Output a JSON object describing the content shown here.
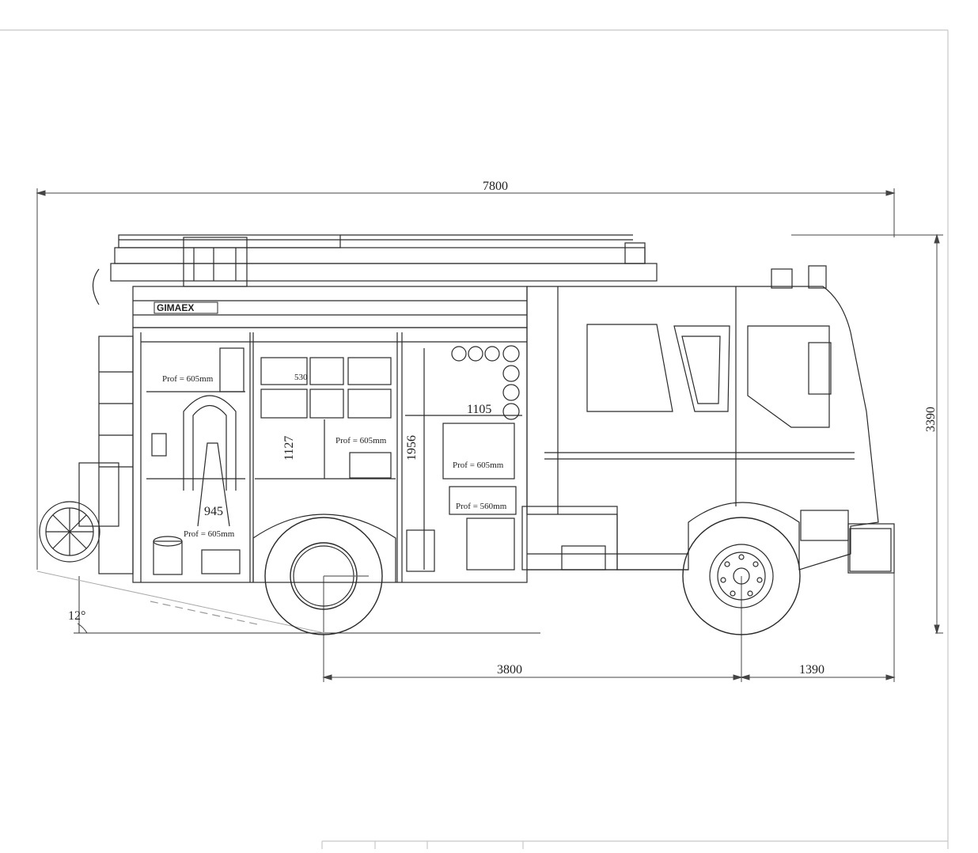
{
  "brand": {
    "logo_text": "GIMAEX"
  },
  "dimensions": {
    "overall_length": "7800",
    "overall_height": "3390",
    "wheelbase": "3800",
    "front_overhang": "1390",
    "approach_angle": "12°",
    "compartment_height_left": "945",
    "compartment_height_mid": "1127",
    "compartment_height_right": "1956",
    "compartment_width_right": "1105",
    "box_label_a": "530"
  },
  "compartments": {
    "depth_label": "Prof = 605mm",
    "depth_label_small": "Prof = 560mm"
  },
  "colors": {
    "line": "#2a2a2a",
    "frame": "#c8c8c8",
    "background": "#ffffff"
  }
}
